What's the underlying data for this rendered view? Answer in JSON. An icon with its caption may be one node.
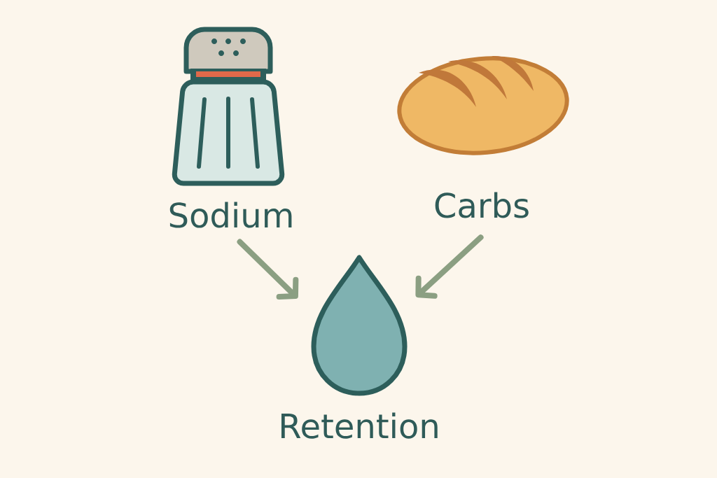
{
  "diagram": {
    "nodes": [
      {
        "text": [
          "Sodium"
        ]
      },
      {
        "text": [
          "Carbs"
        ]
      },
      {
        "text": [],
        "shape": "picture",
        "beside": [
          "Retention"
        ]
      }
    ],
    "edges": [
      {
        "from": 0,
        "to": 2,
        "arrow": "to"
      },
      {
        "from": 1,
        "to": 2,
        "arrow": "to"
      }
    ]
  }
}
